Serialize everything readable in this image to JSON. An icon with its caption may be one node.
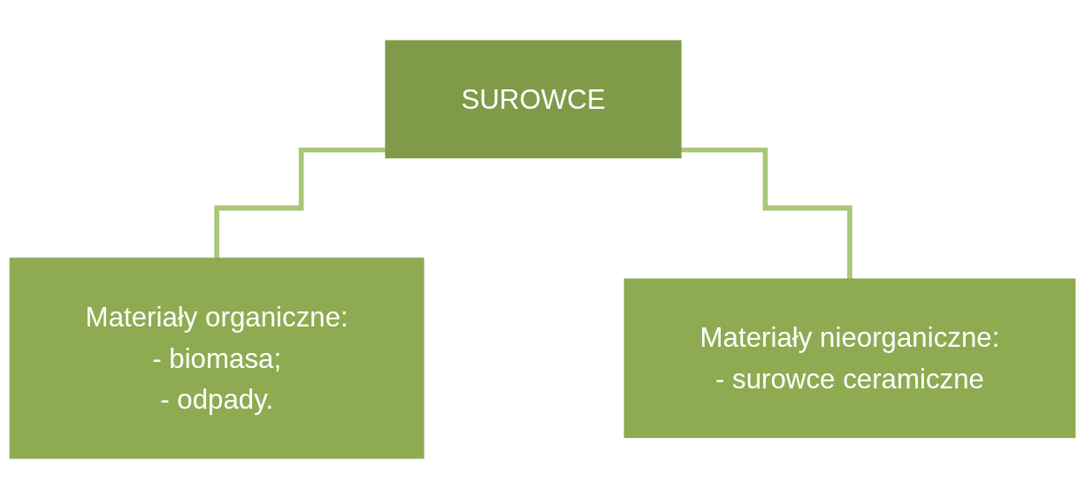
{
  "diagram": {
    "nodes": [
      {
        "text": [
          "SUROWCE"
        ]
      },
      {
        "text": [
          "Materiały organiczne:",
          "- biomasa;",
          "- odpady."
        ]
      },
      {
        "text": [
          "Materiały nieorganiczne:",
          "- surowce ceramiczne"
        ]
      }
    ],
    "edges": [
      {
        "from": 0,
        "to": 1,
        "arrow": "none"
      },
      {
        "from": 0,
        "to": 2,
        "arrow": "none"
      }
    ]
  }
}
